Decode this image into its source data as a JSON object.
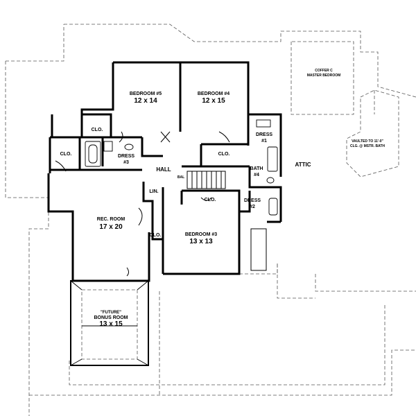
{
  "rooms": {
    "bedroom5": {
      "name": "BEDROOM #5",
      "size": "12 x 14"
    },
    "bedroom4": {
      "name": "BEDROOM #4",
      "size": "12 x 15"
    },
    "bedroom3": {
      "name": "BEDROOM #3",
      "size": "13 x 13"
    },
    "rec_room": {
      "name": "REC. ROOM",
      "size": "17 x 20"
    },
    "bonus_room": {
      "tag": "\"FUTURE\"",
      "name": "BONUS ROOM",
      "size": "13 x 15"
    }
  },
  "labels": {
    "hall": "HALL",
    "attic": "ATTIC",
    "bal": "BAL",
    "lin": "LIN.",
    "clo": "CLO.",
    "dress": "DRESS",
    "dress1_num": "#1",
    "dress2": "DRESS",
    "dress2_num": "#2",
    "dress3": "DRESS",
    "dress3_num": "#3",
    "bath": "BATH",
    "bath_num": "#4"
  },
  "notes": {
    "coffer_line1": "COFFER C",
    "coffer_line2": "MASTER BEDROOM",
    "vaulted_line1": "VAULTED TO 11'-0\"",
    "vaulted_line2": "CLG. @ MSTR. BATH"
  }
}
